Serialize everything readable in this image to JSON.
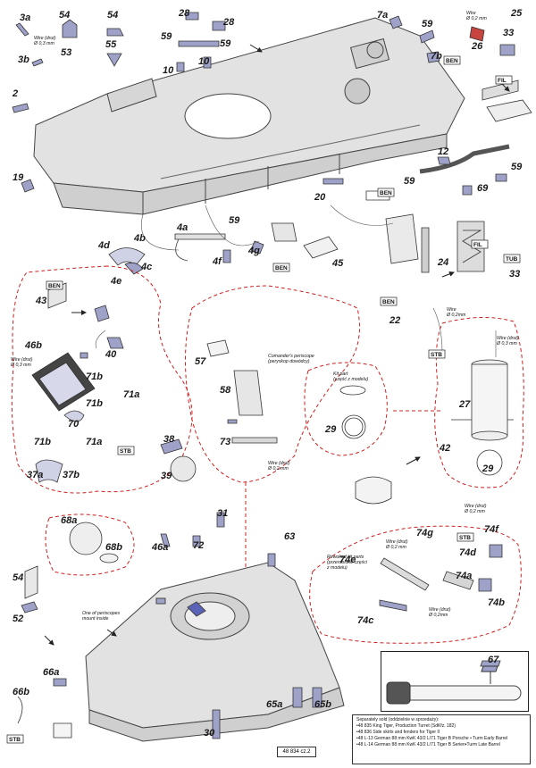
{
  "part_numbers": [
    "3a",
    "3b",
    "54",
    "53",
    "54",
    "55",
    "28",
    "28",
    "59",
    "59",
    "10",
    "10",
    "7a",
    "59",
    "7b",
    "26",
    "25",
    "33",
    "2",
    "12",
    "19",
    "20",
    "59",
    "69",
    "59",
    "4a",
    "4b",
    "4c",
    "4d",
    "4e",
    "4f",
    "4g",
    "59",
    "45",
    "24",
    "33",
    "43",
    "40",
    "46b",
    "71b",
    "71a",
    "71b",
    "70",
    "71b",
    "71a",
    "38",
    "39",
    "37a",
    "37b",
    "57",
    "58",
    "73",
    "27",
    "29",
    "22",
    "29",
    "42",
    "68a",
    "68b",
    "46a",
    "72",
    "31",
    "63",
    "74g",
    "74e",
    "74d",
    "74f",
    "74a",
    "74b",
    "74c",
    "54",
    "52",
    "66a",
    "66b",
    "30",
    "65a",
    "65b",
    "67"
  ],
  "tags": [
    "BEN",
    "FIL",
    "BEN",
    "BEN",
    "FIL",
    "TUB",
    "BEN",
    "BEN",
    "STB",
    "STB",
    "STB",
    "STB"
  ],
  "notes": {
    "wire_top": "Wire\nØ 0,2 mm",
    "wire_strut_left": "Wire (drut)\nØ 0,3 mm",
    "wire_strut_43": "Wire (drut)\nØ 0,3 mm",
    "wire_22": "Wire\nØ 0,2mm",
    "wire_stb": "Wire (drut)\nØ 0,3 mm",
    "wire_73": "Wire (drut)\nØ 0,2 mm",
    "wire_74e": "Wire (drut)\nØ 0,2 mm",
    "wire_74d": "Wire (drut)\nØ 0,2 mm",
    "wire_74c": "Wire (drut)\nØ 0,2mm",
    "periscope": "Comander's periscope\n(peryskop dowódcy)",
    "kit_part": "Kit part\n(część z modelu)",
    "rework": "Rewoked kit parts\n(przerobione części\nz modelu)",
    "periscope_mount": "One of periscopes\nmount inside"
  },
  "legend": {
    "title": "Separately sold (oddzielnie w sprzedaży):",
    "lines": [
      "•48 835 King Tiger, Production Turret (SdKfz. 182)",
      "•48 836 Side skirts and fenders for Tiger II",
      "•48 L-13 German 88 mm KwK 43/2 L/71 Tiger B Porsche • Turm Early Barrel",
      "•48 L-14 German 88 mm KwK 43/2 L/71 Tiger B Serien•Turm Late Barrel"
    ]
  },
  "code": "48 834 cz.2",
  "colors": {
    "outline": "#444444",
    "hull_fill": "#e0e0e0",
    "part_fill": "#9ea2c8",
    "callout": "#cc2222"
  }
}
